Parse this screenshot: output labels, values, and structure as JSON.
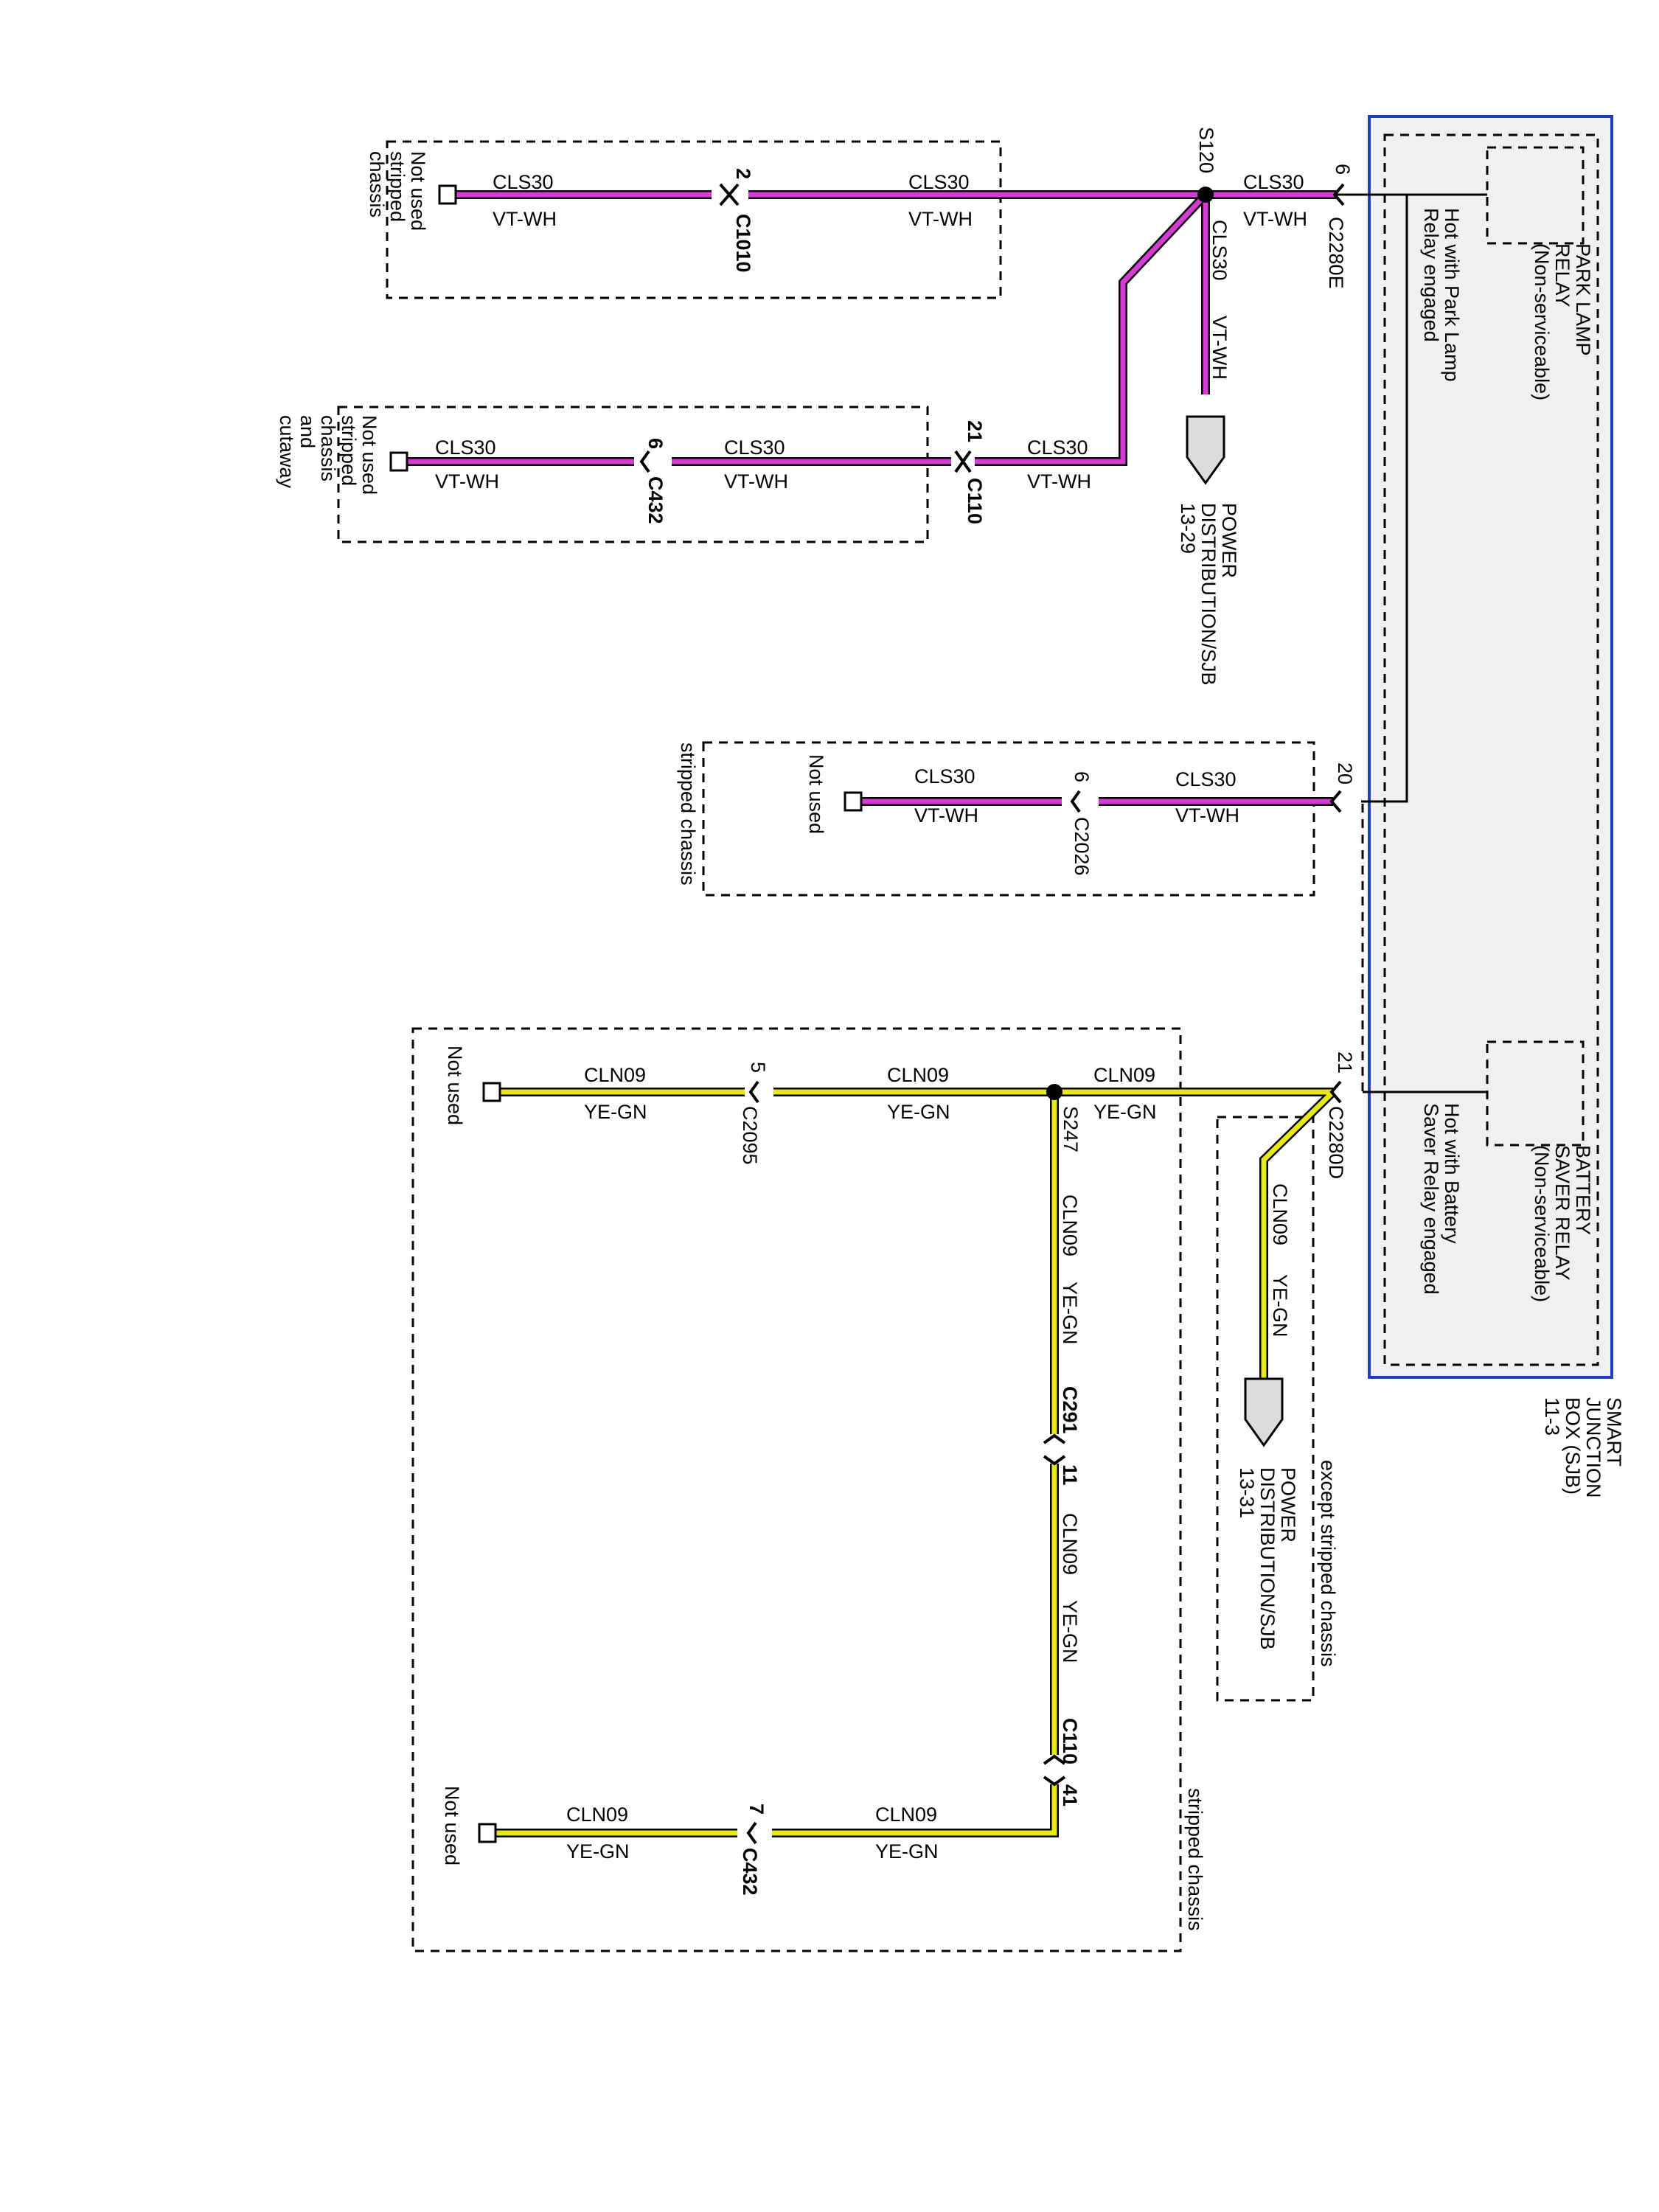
{
  "wire_colors": {
    "vt_wh": "#d63bd6",
    "ye_gn": "#e8e817",
    "sjb_border": "#1f3fbf",
    "sjb_fill": "#f0f0f0"
  },
  "sjb": {
    "title_lines": [
      "SMART",
      "JUNCTION",
      "BOX (SJB)",
      "11-3"
    ],
    "park_relay": [
      "PARK LAMP",
      "RELAY",
      "(Non-serviceable)"
    ],
    "park_note": [
      "Hot with Park Lamp",
      "Relay engaged"
    ],
    "battery_relay": [
      "BATTERY",
      "SAVER RELAY",
      "(Non-serviceable)"
    ],
    "battery_note": [
      "Hot with Battery",
      "Saver Relay engaged"
    ]
  },
  "circuits": {
    "cls30": "CLS30",
    "vtwh": "VT-WH",
    "cln09": "CLN09",
    "yegn": "YE-GN"
  },
  "connectors": {
    "c2280e": "C2280E",
    "c2280e_pin": "6",
    "s120": "S120",
    "c1010": "C1010",
    "c1010_pin": "2",
    "c110": "C110",
    "c110_pin": "21",
    "c432a": "C432",
    "c432a_pin": "6",
    "c2280_pin20": "20",
    "c2026": "C2026",
    "c2026_pin": "6",
    "c2280d": "C2280D",
    "c2280d_pin": "21",
    "s247": "S247",
    "c2095": "C2095",
    "c2095_pin": "5",
    "c291": "C291",
    "c291_pin": "11",
    "c110b": "C110",
    "c110b_pin": "41",
    "c432b": "C432",
    "c432b_pin": "7"
  },
  "power_dist_1": [
    "POWER",
    "DISTRIBUTION/SJB",
    "13-29"
  ],
  "power_dist_2": [
    "POWER",
    "DISTRIBUTION/SJB",
    "13-31"
  ],
  "notes": {
    "notused_1": [
      "Not used",
      "stripped",
      "chassis"
    ],
    "notused_2": [
      "Not used",
      "stripped",
      "chassis",
      "and",
      "cutaway"
    ],
    "notused_3": "Not used",
    "stripped_chassis_1": "stripped chassis",
    "notused_4": "Not used",
    "notused_5": "Not used",
    "stripped_chassis_2": "stripped chassis",
    "except_stripped": "except stripped chassis"
  }
}
